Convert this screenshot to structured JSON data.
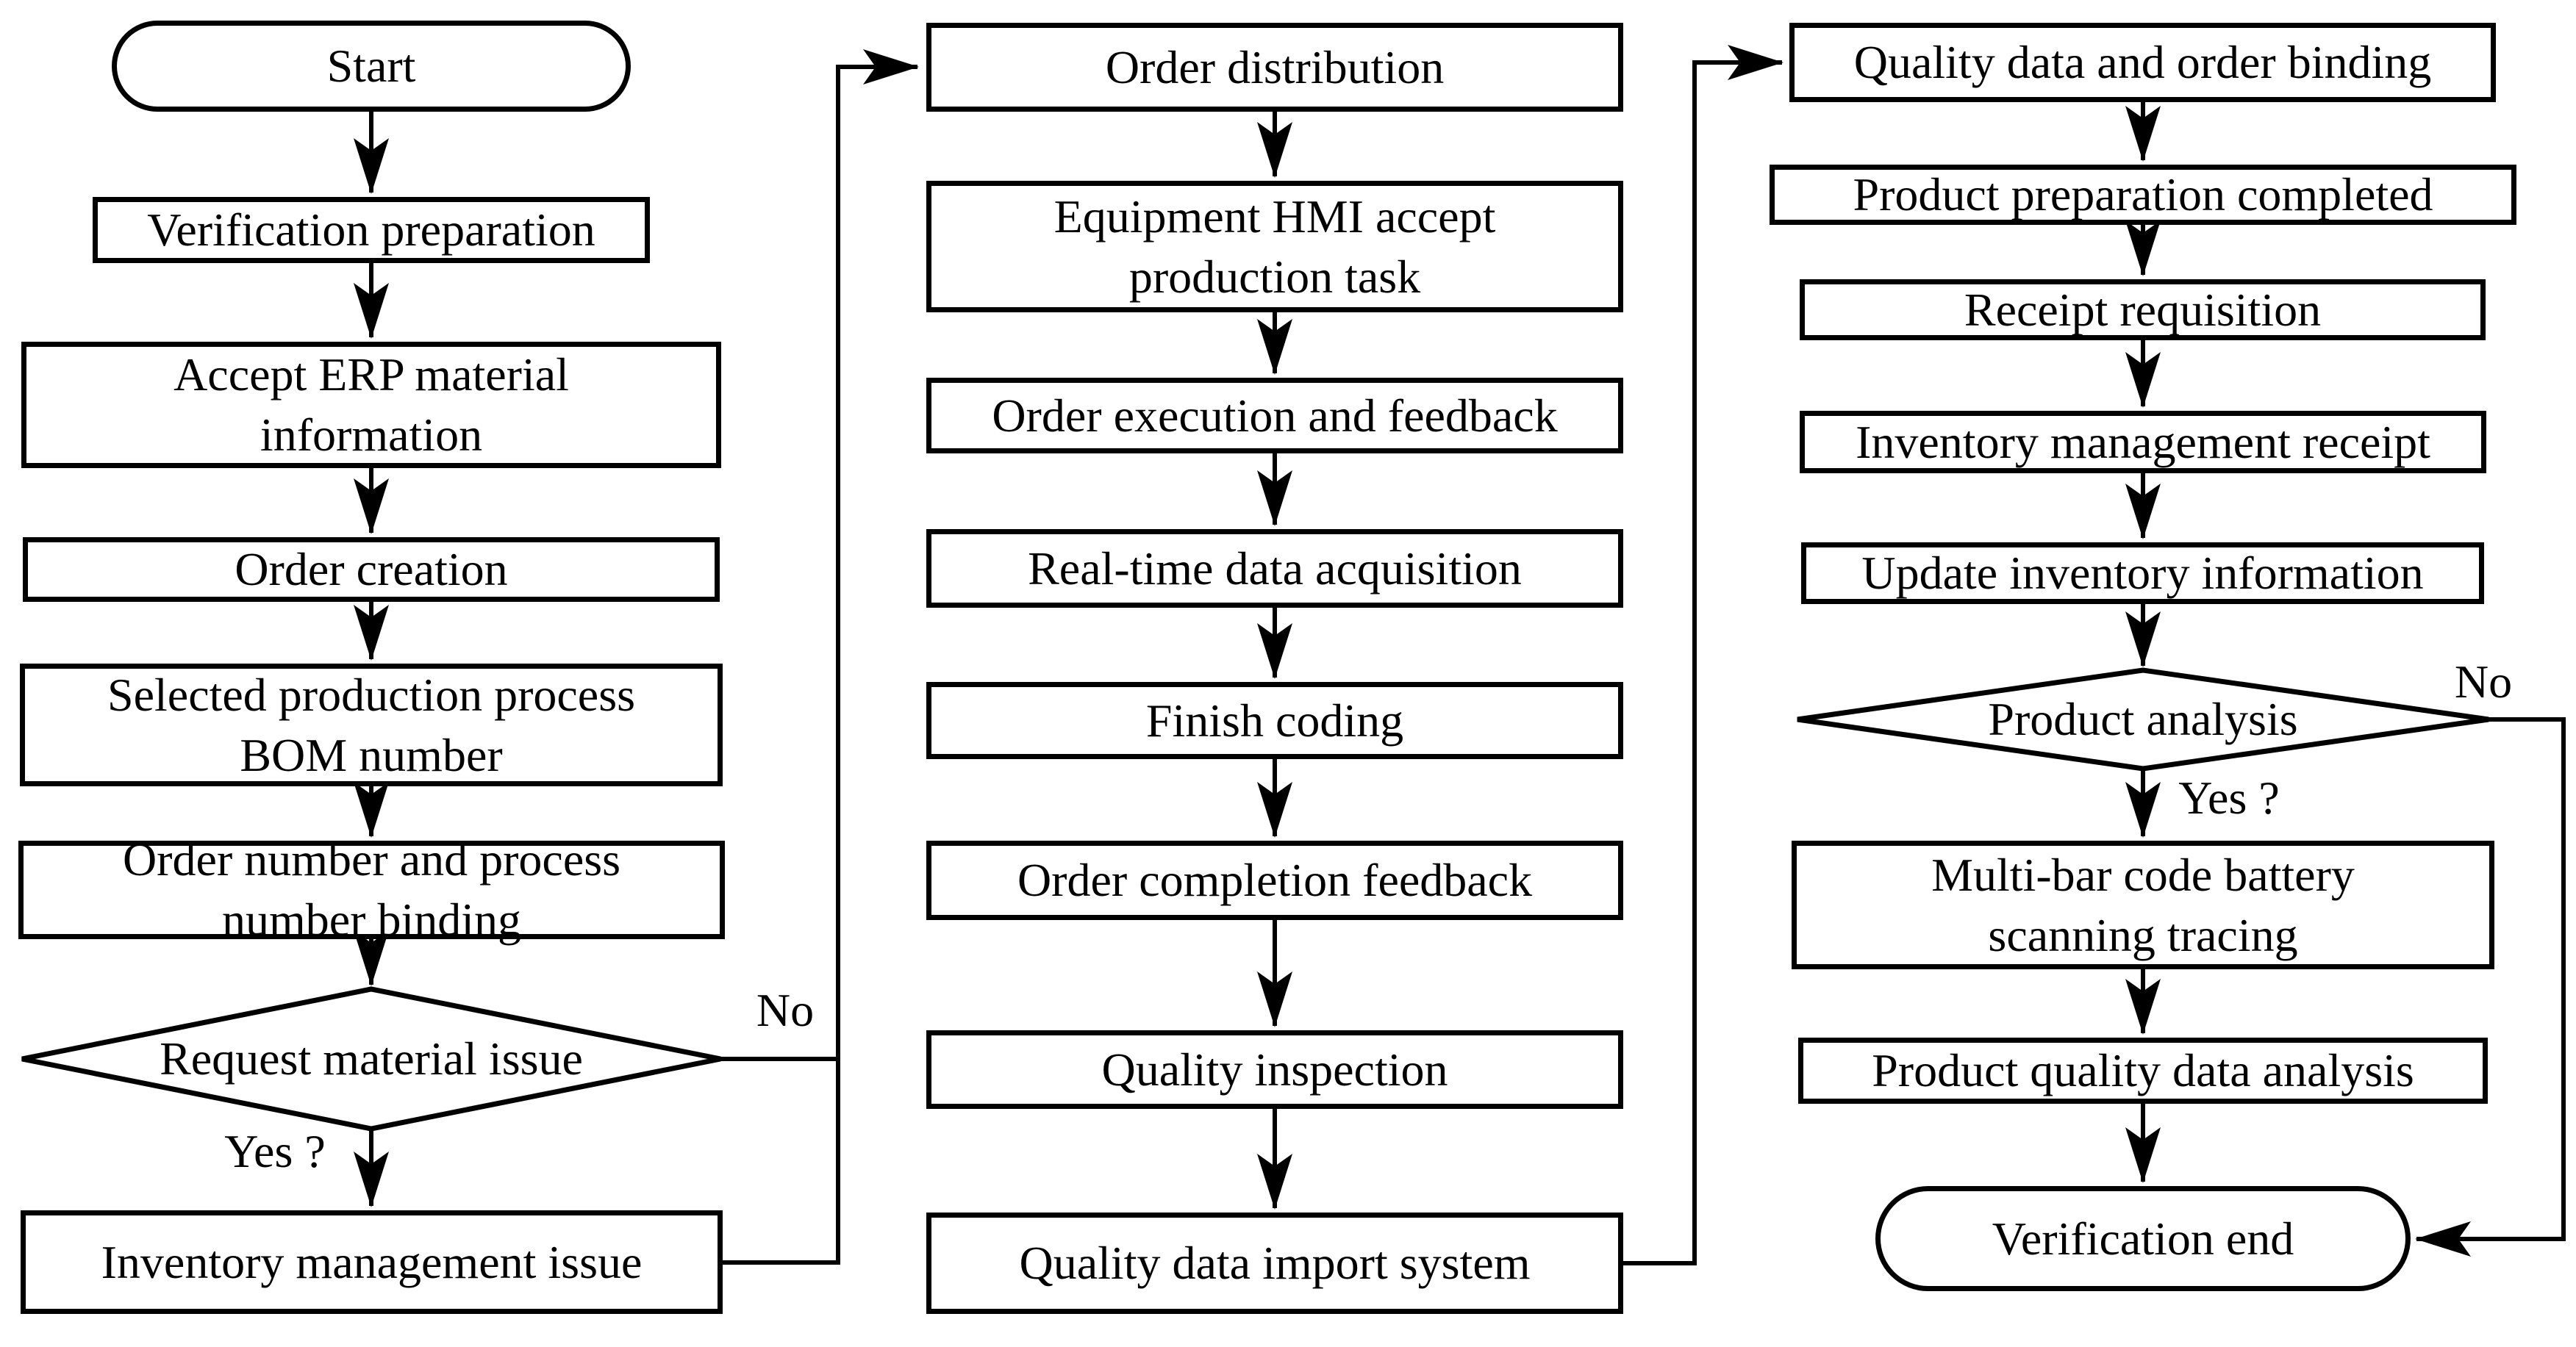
{
  "colors": {
    "background": "#ffffff",
    "line": "#000000",
    "text": "#000000"
  },
  "nodes": {
    "start": {
      "label": "Start",
      "shape": "terminal"
    },
    "verification_preparation": {
      "label": "Verification preparation",
      "shape": "process"
    },
    "accept_erp_material_information": {
      "label": [
        "Accept ERP material",
        "information"
      ],
      "shape": "process"
    },
    "order_creation": {
      "label": "Order creation",
      "shape": "process"
    },
    "selected_production_process_bom_number": {
      "label": [
        "Selected production process",
        "BOM number"
      ],
      "shape": "process"
    },
    "order_number_and_process_number_binding": {
      "label": [
        "Order number and process",
        "number binding"
      ],
      "shape": "process"
    },
    "request_material_issue": {
      "label": "Request material issue",
      "shape": "decision"
    },
    "inventory_management_issue": {
      "label": "Inventory management issue",
      "shape": "process"
    },
    "order_distribution": {
      "label": "Order distribution",
      "shape": "process"
    },
    "equipment_hmi_accept_production_task": {
      "label": [
        "Equipment HMI accept",
        "production task"
      ],
      "shape": "process"
    },
    "order_execution_and_feedback": {
      "label": "Order execution and feedback",
      "shape": "process"
    },
    "real_time_data_acquisition": {
      "label": "Real-time data acquisition",
      "shape": "process"
    },
    "finish_coding": {
      "label": "Finish coding",
      "shape": "process"
    },
    "order_completion_feedback": {
      "label": "Order completion feedback",
      "shape": "process"
    },
    "quality_inspection": {
      "label": "Quality inspection",
      "shape": "process"
    },
    "quality_data_import_system": {
      "label": "Quality data import system",
      "shape": "process"
    },
    "quality_data_and_order_binding": {
      "label": "Quality data and order binding",
      "shape": "process"
    },
    "product_preparation_completed": {
      "label": "Product preparation completed",
      "shape": "process"
    },
    "receipt_requisition": {
      "label": "Receipt requisition",
      "shape": "process"
    },
    "inventory_management_receipt": {
      "label": "Inventory management receipt",
      "shape": "process"
    },
    "update_inventory_information": {
      "label": "Update inventory information",
      "shape": "process"
    },
    "product_analysis": {
      "label": "Product analysis",
      "shape": "decision"
    },
    "multi_bar_code_battery_scanning_tracing": {
      "label": [
        "Multi-bar code battery",
        "scanning tracing"
      ],
      "shape": "process"
    },
    "product_quality_data_analysis": {
      "label": "Product quality data analysis",
      "shape": "process"
    },
    "verification_end": {
      "label": "Verification end",
      "shape": "terminal"
    }
  },
  "edge_labels": {
    "request_material_issue_no": "No",
    "request_material_issue_yes": "Yes ?",
    "product_analysis_no": "No",
    "product_analysis_yes": "Yes ?"
  },
  "edges": [
    {
      "from": "start",
      "to": "verification_preparation"
    },
    {
      "from": "verification_preparation",
      "to": "accept_erp_material_information"
    },
    {
      "from": "accept_erp_material_information",
      "to": "order_creation"
    },
    {
      "from": "order_creation",
      "to": "selected_production_process_bom_number"
    },
    {
      "from": "selected_production_process_bom_number",
      "to": "order_number_and_process_number_binding"
    },
    {
      "from": "order_number_and_process_number_binding",
      "to": "request_material_issue"
    },
    {
      "from": "request_material_issue",
      "to": "inventory_management_issue",
      "label": "Yes ?"
    },
    {
      "from": "request_material_issue",
      "to": "order_distribution",
      "label": "No"
    },
    {
      "from": "inventory_management_issue",
      "to": "order_distribution"
    },
    {
      "from": "order_distribution",
      "to": "equipment_hmi_accept_production_task"
    },
    {
      "from": "equipment_hmi_accept_production_task",
      "to": "order_execution_and_feedback"
    },
    {
      "from": "order_execution_and_feedback",
      "to": "real_time_data_acquisition"
    },
    {
      "from": "real_time_data_acquisition",
      "to": "finish_coding"
    },
    {
      "from": "finish_coding",
      "to": "order_completion_feedback"
    },
    {
      "from": "order_completion_feedback",
      "to": "quality_inspection"
    },
    {
      "from": "quality_inspection",
      "to": "quality_data_import_system"
    },
    {
      "from": "quality_data_import_system",
      "to": "quality_data_and_order_binding"
    },
    {
      "from": "quality_data_and_order_binding",
      "to": "product_preparation_completed"
    },
    {
      "from": "product_preparation_completed",
      "to": "receipt_requisition"
    },
    {
      "from": "receipt_requisition",
      "to": "inventory_management_receipt"
    },
    {
      "from": "inventory_management_receipt",
      "to": "update_inventory_information"
    },
    {
      "from": "update_inventory_information",
      "to": "product_analysis"
    },
    {
      "from": "product_analysis",
      "to": "multi_bar_code_battery_scanning_tracing",
      "label": "Yes ?"
    },
    {
      "from": "product_analysis",
      "to": "verification_end",
      "label": "No"
    },
    {
      "from": "multi_bar_code_battery_scanning_tracing",
      "to": "product_quality_data_analysis"
    },
    {
      "from": "product_quality_data_analysis",
      "to": "verification_end"
    }
  ]
}
